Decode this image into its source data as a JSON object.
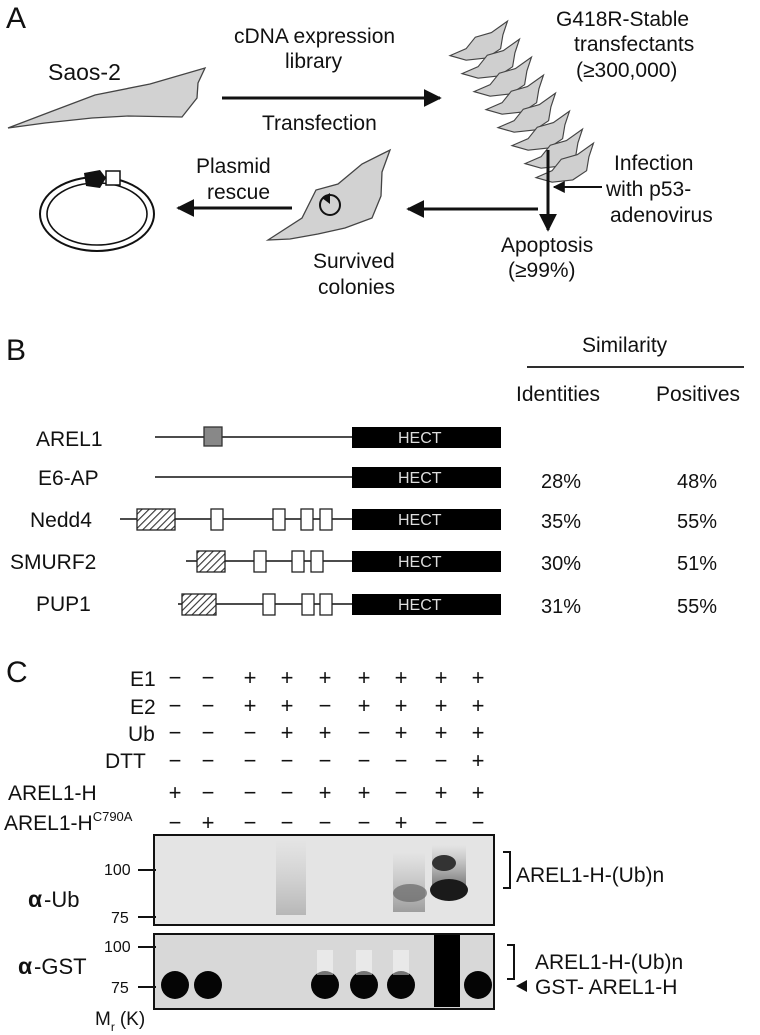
{
  "panel_a": {
    "letter": "A",
    "cell_line": "Saos-2",
    "arrow_top_label_1": "cDNA expression",
    "arrow_top_label_2": "library",
    "arrow_bottom_label": "Transfection",
    "stable_label_1": "G418R-Stable",
    "stable_label_2": "transfectants",
    "stable_label_3": "(≥300,000)",
    "infection_label_1": "Infection",
    "infection_label_2": "with p53-",
    "infection_label_3": "adenovirus",
    "apoptosis_label_1": "Apoptosis",
    "apoptosis_label_2": "(≥99%)",
    "survived_label_1": "Survived",
    "survived_label_2": "colonies",
    "plasmid_label_1": "Plasmid",
    "plasmid_label_2": "rescue"
  },
  "panel_b": {
    "letter": "B",
    "similarity_header": "Similarity",
    "identities_header": "Identities",
    "positives_header": "Positives",
    "domain_label": "HECT",
    "proteins": [
      {
        "name": "AREL1",
        "identities": "",
        "positives": ""
      },
      {
        "name": "E6-AP",
        "identities": "28%",
        "positives": "48%"
      },
      {
        "name": "Nedd4",
        "identities": "35%",
        "positives": "55%"
      },
      {
        "name": "SMURF2",
        "identities": "30%",
        "positives": "51%"
      },
      {
        "name": "PUP1",
        "identities": "31%",
        "positives": "55%"
      }
    ]
  },
  "panel_c": {
    "letter": "C",
    "rows": [
      {
        "label": "E1",
        "sup": "",
        "signs": [
          "−",
          "−",
          "+",
          "+",
          "+",
          "+",
          "+",
          "+",
          "+"
        ]
      },
      {
        "label": "E2",
        "sup": "",
        "signs": [
          "−",
          "−",
          "+",
          "+",
          "−",
          "+",
          "+",
          "+",
          "+"
        ]
      },
      {
        "label": "Ub",
        "sup": "",
        "signs": [
          "−",
          "−",
          "−",
          "+",
          "+",
          "−",
          "+",
          "+",
          "+"
        ]
      },
      {
        "label": "DTT",
        "sup": "",
        "signs": [
          "−",
          "−",
          "−",
          "−",
          "−",
          "−",
          "−",
          "−",
          "+"
        ]
      },
      {
        "label": "AREL1-H",
        "sup": "",
        "signs": [
          "+",
          "−",
          "−",
          "−",
          "+",
          "+",
          "−",
          "+",
          "+"
        ]
      },
      {
        "label": "AREL1-H",
        "sup": "C790A",
        "signs": [
          "−",
          "+",
          "−",
          "−",
          "−",
          "−",
          "+",
          "−",
          "−"
        ]
      }
    ],
    "blot1_label": "-Ub",
    "blot2_label": "-GST",
    "alpha": "α",
    "marker_100": "100",
    "marker_75": "75",
    "blot1_band": "AREL1-H-(Ub)n",
    "blot2_band_top": "AREL1-H-(Ub)n",
    "blot2_band_bottom": "GST- AREL1-H",
    "mr_label": "M",
    "mr_sub": "r",
    "mr_unit": "(K)"
  }
}
